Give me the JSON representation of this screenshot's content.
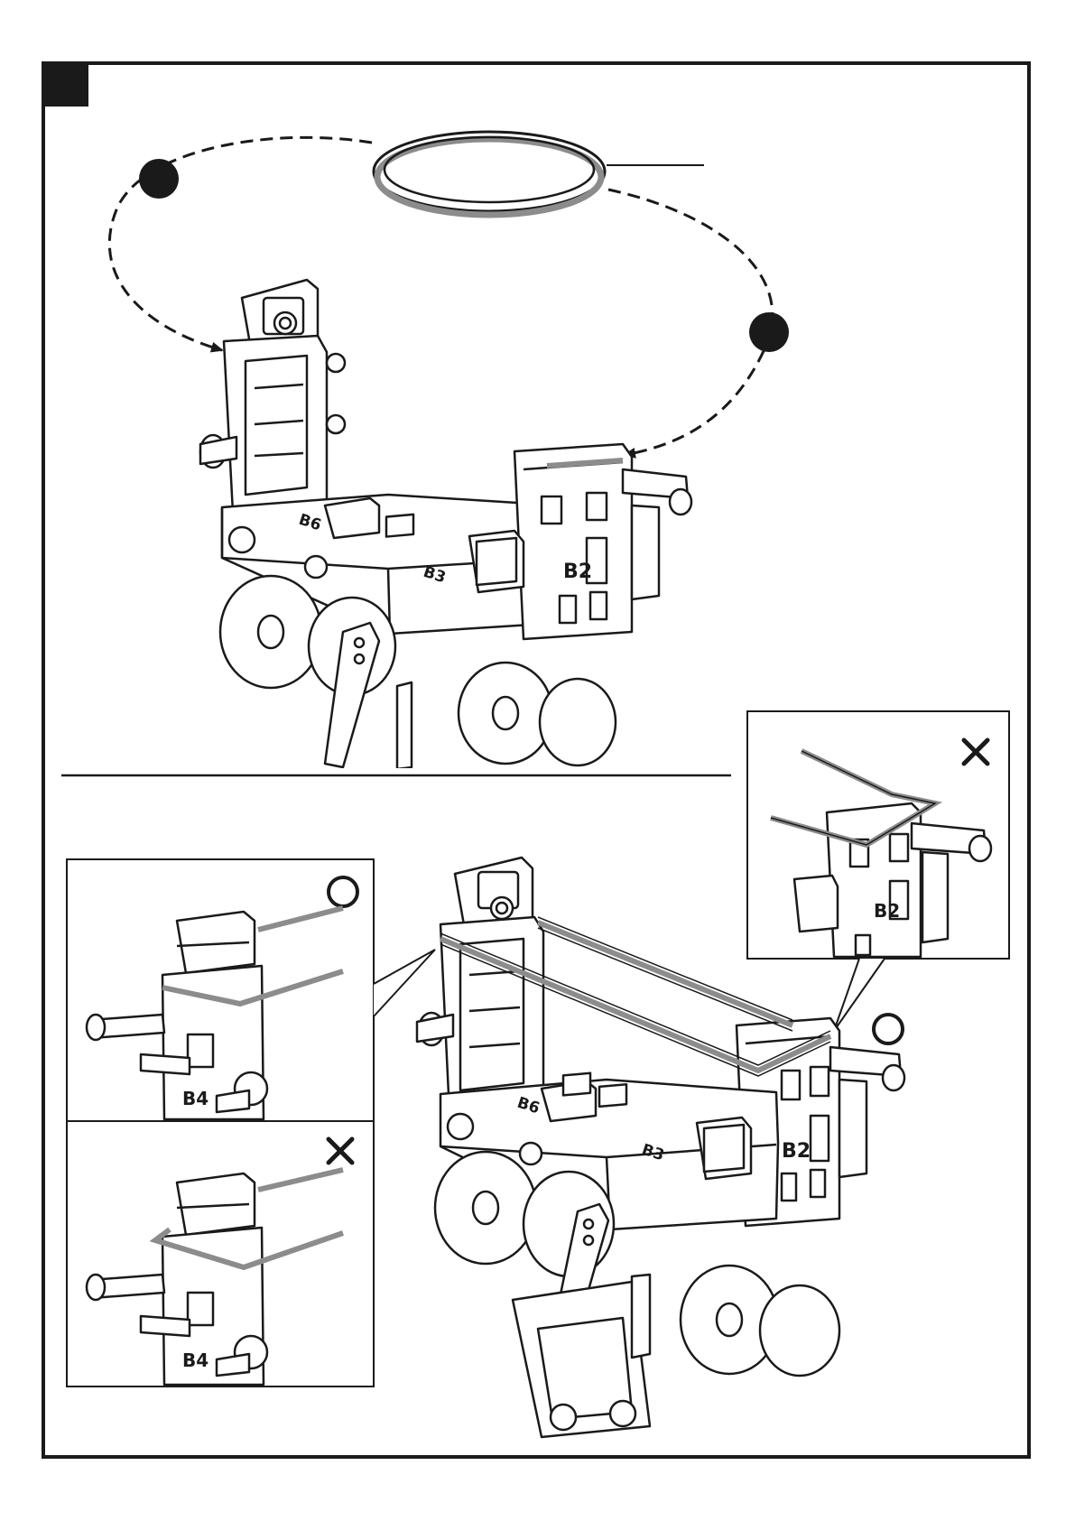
{
  "colors": {
    "ink": "#1a1a1a",
    "band": "#8c8c8c",
    "paper": "#ffffff"
  },
  "icons": {
    "step_badge": "filled-square-icon",
    "step_markers": [
      "filled-circle-icon",
      "filled-circle-icon"
    ],
    "correct": "circle-correct-icon",
    "wrong": "cross-wrong-icon"
  },
  "labels": {
    "top": {
      "b6": "B6",
      "b3": "B3",
      "b2": "B2"
    },
    "bottom": {
      "b6": "B6",
      "b3": "B3",
      "b2": "B2"
    },
    "inset_right": {
      "b2": "B2"
    },
    "inset_left_top": {
      "b4": "B4"
    },
    "inset_left_bottom": {
      "b4": "B4"
    }
  }
}
